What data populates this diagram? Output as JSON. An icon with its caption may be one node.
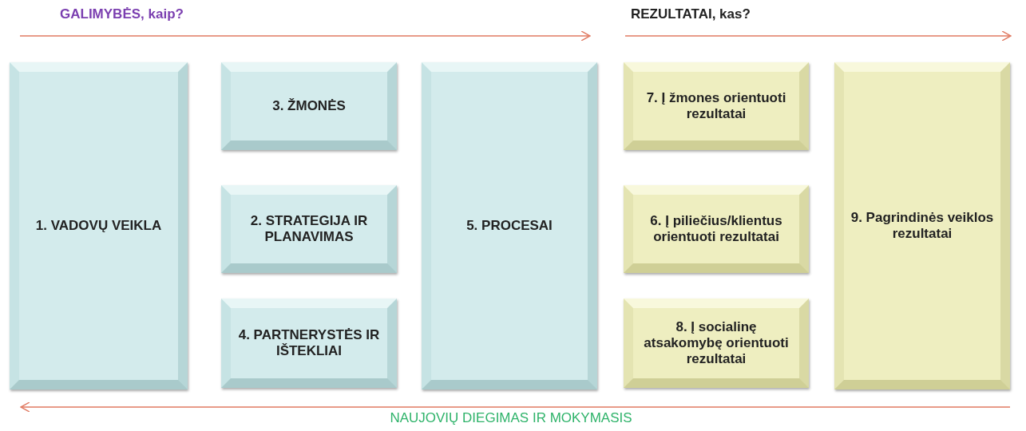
{
  "diagram": {
    "nodes": [
      {
        "text": [
          "1. VADOVŲ VEIKLA"
        ]
      },
      {
        "text": [
          "3. ŽMONĖS"
        ]
      },
      {
        "text": [
          "2. STRATEGIJA IR PLANAVIMAS"
        ]
      },
      {
        "text": [
          "4. PARTNERYSTĖS IR IŠTEKLIAI"
        ]
      },
      {
        "text": [
          "5. PROCESAI"
        ]
      },
      {
        "text": [
          "7. Į žmones orientuoti rezultatai"
        ]
      },
      {
        "text": [
          "6. Į piliečius/klientus orientuoti rezultatai"
        ]
      },
      {
        "text": [
          "8. Į socialinę atsakomybę orientuoti rezultatai"
        ]
      },
      {
        "text": [
          "9. Pagrindinės veiklos rezultatai"
        ]
      }
    ],
    "labels": [
      "GALIMYBĖS, kaip?",
      "REZULTATAI, kas?",
      "NAUJOVIŲ DIEGIMAS IR MOKYMASIS"
    ]
  }
}
